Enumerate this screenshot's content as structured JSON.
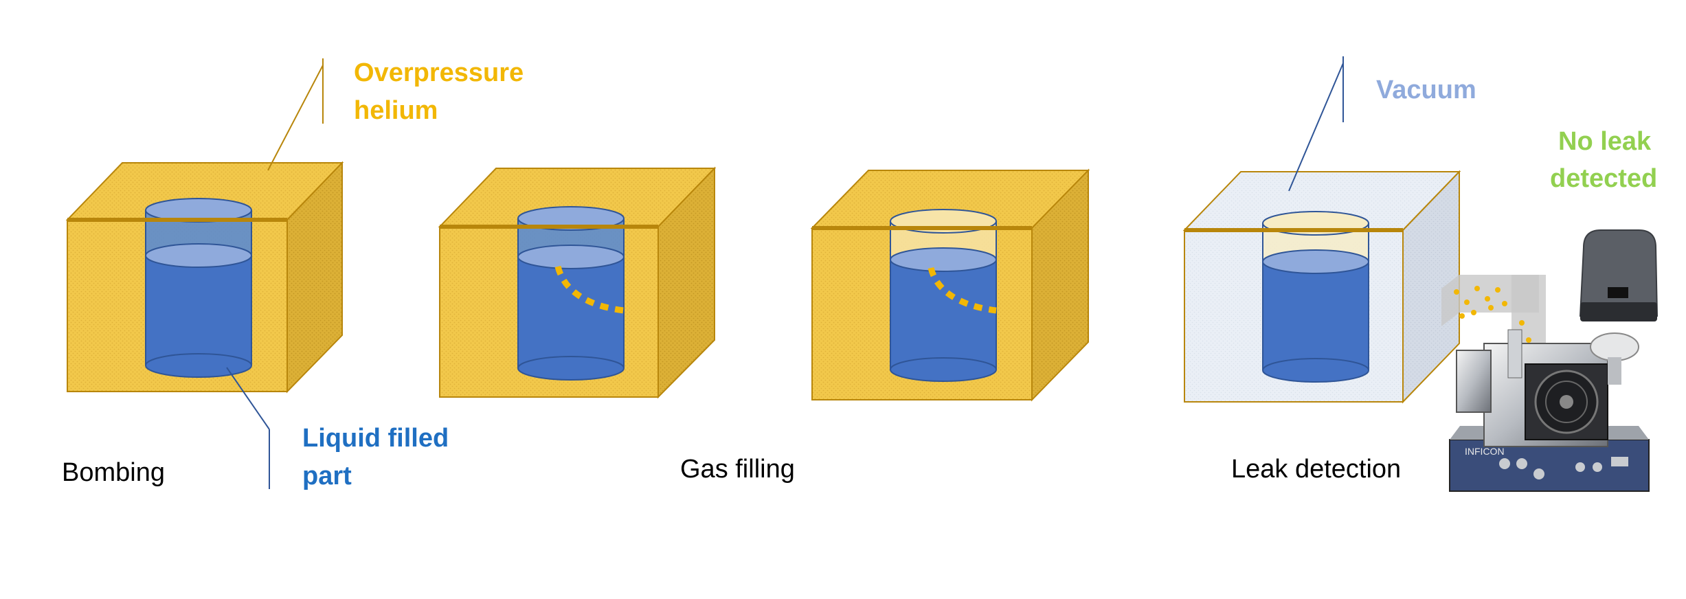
{
  "labels": {
    "overpressure_line1": "Overpressure",
    "overpressure_line2": "helium",
    "liquid_line1": "Liquid filled",
    "liquid_line2": "part",
    "vacuum": "Vacuum",
    "no_leak_line1": "No leak",
    "no_leak_line2": "detected",
    "stage_bombing": "Bombing",
    "stage_gas_filling": "Gas filling",
    "stage_leak_detection": "Leak detection"
  },
  "device": {
    "brand": "INFICON"
  },
  "colors": {
    "helium_fill": "#f2c84b",
    "helium_side": "#d9ac2e",
    "helium_edge": "#b8860b",
    "vacuum_fill": "#e9eef6",
    "vacuum_side": "#d6dde8",
    "liquid": "#4472c4",
    "liquid_top": "#8faadc",
    "overpressure_text": "#f2b705",
    "liquid_text": "#1f6fc2",
    "vacuum_text": "#8faadc",
    "no_leak_text": "#92d050",
    "stage_text": "#000000"
  }
}
